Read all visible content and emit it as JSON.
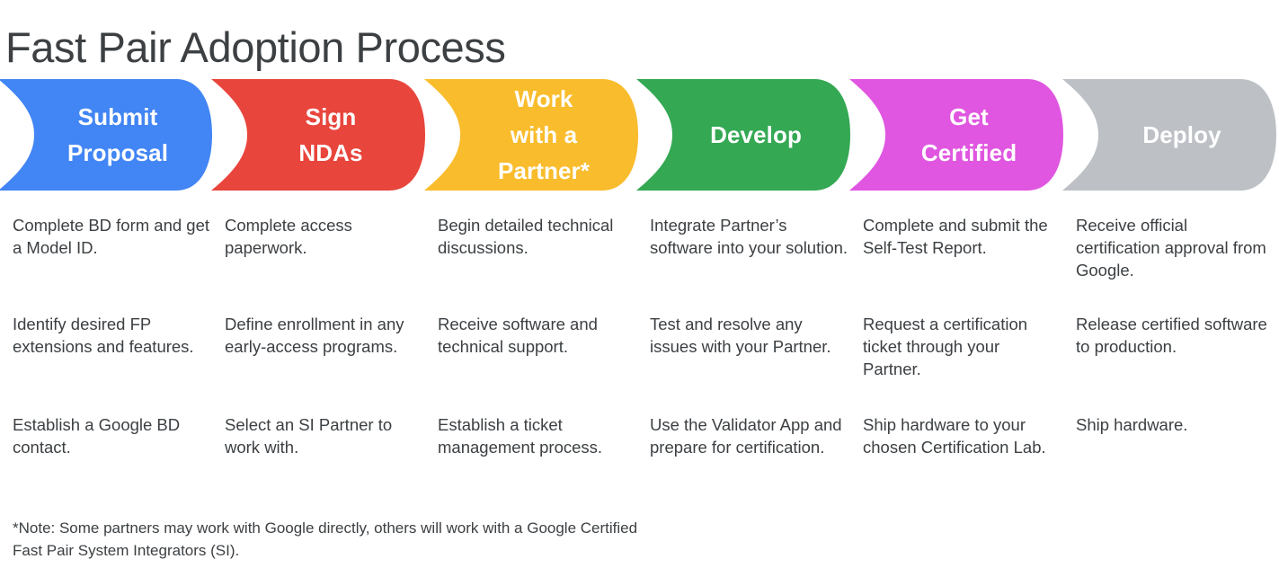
{
  "page": {
    "title": "Fast Pair Adoption Process",
    "background": "#ffffff",
    "text_color": "#3c4043"
  },
  "stages": [
    {
      "id": "submit-proposal",
      "label": "Submit\nProposal",
      "color": "#4285F4",
      "bullets": [
        "Complete BD form and get a Model ID.",
        "Identify desired FP extensions and features.",
        "Establish a Google BD contact."
      ]
    },
    {
      "id": "sign-ndas",
      "label": "Sign\nNDAs",
      "color": "#E8453C",
      "bullets": [
        "Complete access paperwork.",
        "Define enrollment in any early-access programs.",
        "Select an SI Partner to work with."
      ]
    },
    {
      "id": "work-with-a-partner",
      "label": "Work\nwith a\nPartner*",
      "color": "#F9BC2C",
      "bullets": [
        "Begin detailed technical discussions.",
        "Receive software and technical support.",
        "Establish a ticket management process."
      ]
    },
    {
      "id": "develop",
      "label": "Develop",
      "color": "#34A853",
      "bullets": [
        "Integrate Partner’s software into your solution.",
        "Test and resolve any issues with your Partner.",
        "Use the Validator App and prepare for certification."
      ]
    },
    {
      "id": "get-certified",
      "label": "Get\nCertified",
      "color": "#E056E0",
      "bullets": [
        "Complete and submit the Self-Test Report.",
        "Request a certification ticket through your Partner.",
        "Ship hardware to your chosen Certification Lab."
      ]
    },
    {
      "id": "deploy",
      "label": "Deploy",
      "color": "#BDC1C6",
      "bullets": [
        "Receive official certification approval from Google.",
        "Release certified software to production.",
        "Ship hardware."
      ]
    }
  ],
  "footnote": "*Note: Some partners may work with Google directly, others will work with a Google Certified Fast Pair System Integrators (SI)."
}
